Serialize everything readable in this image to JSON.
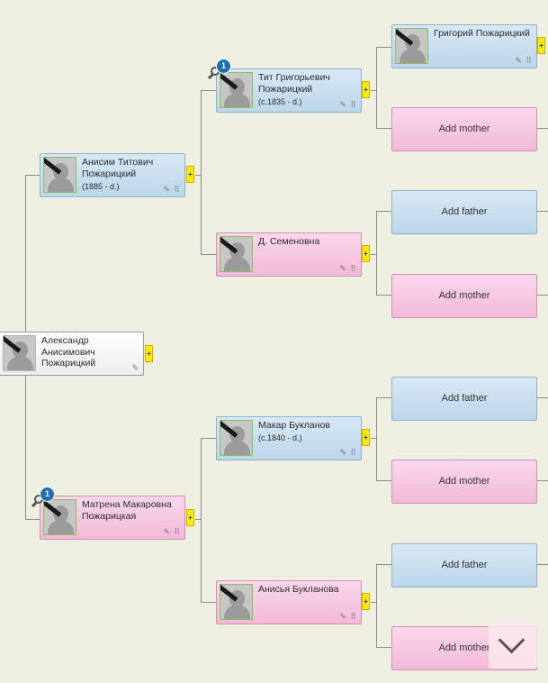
{
  "cards": {
    "root": {
      "name": "Александр Анисимович Пожарицкий"
    },
    "father": {
      "name": "Анисим Титович Пожарицкий",
      "dates": "(1885 -  d.)"
    },
    "mother": {
      "name": "Матрена Макаровна Пожарицкая"
    },
    "pgf": {
      "name": "Тит Григорьевич Пожарицкий",
      "dates": "(c.1835 -  d.)"
    },
    "pgm": {
      "name": "Д. Семеновна"
    },
    "mgf": {
      "name": "Макар Букланов",
      "dates": "(c.1840 -  d.)"
    },
    "mgm": {
      "name": "Анисья Букланова"
    },
    "pggf": {
      "name": "Григорий Пожарицкий"
    }
  },
  "add": {
    "father_label": "Add father",
    "mother_label": "Add mother"
  },
  "plus_label": "+",
  "badge_count": "1",
  "tools_glyph": "✎ ⠿"
}
